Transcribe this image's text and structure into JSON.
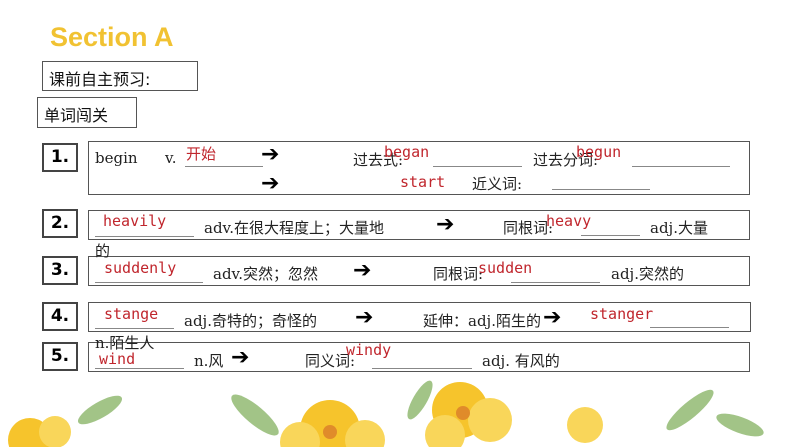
{
  "title": "Section A",
  "preview_label": "课前自主预习:",
  "words_label": "单词闯关",
  "rows": [
    {
      "num": "1.",
      "word": "begin",
      "pos": "v.",
      "answer": "开始",
      "past_label": "过去式:",
      "past": "began",
      "pp_label": "过去分词:",
      "pp": "begun",
      "syn_answer": "start",
      "syn_label": "近义词:"
    },
    {
      "num": "2.",
      "answer": "heavily",
      "meaning": "adv.在很大程度上；大量地",
      "root_label": "同根词:",
      "root": "heavy",
      "root_meaning": "adj.大量",
      "wrap": "的"
    },
    {
      "num": "3.",
      "answer": "suddenly",
      "meaning": "adv.突然；忽然",
      "root_label": "同根词:",
      "root": "sudden",
      "root_meaning": "adj.突然的"
    },
    {
      "num": "4.",
      "answer": "stange",
      "meaning": "adj.奇特的；奇怪的",
      "ext_label": "延伸：adj.陌生的",
      "ext": "stanger",
      "wrap": "n.陌生人"
    },
    {
      "num": "5.",
      "answer": "wind",
      "meaning": "n.风",
      "syn_label": "同义词:",
      "syn": "windy",
      "syn_meaning": "adj. 有风的"
    }
  ],
  "colors": {
    "title": "#f1c232",
    "answer": "#c0262d"
  }
}
